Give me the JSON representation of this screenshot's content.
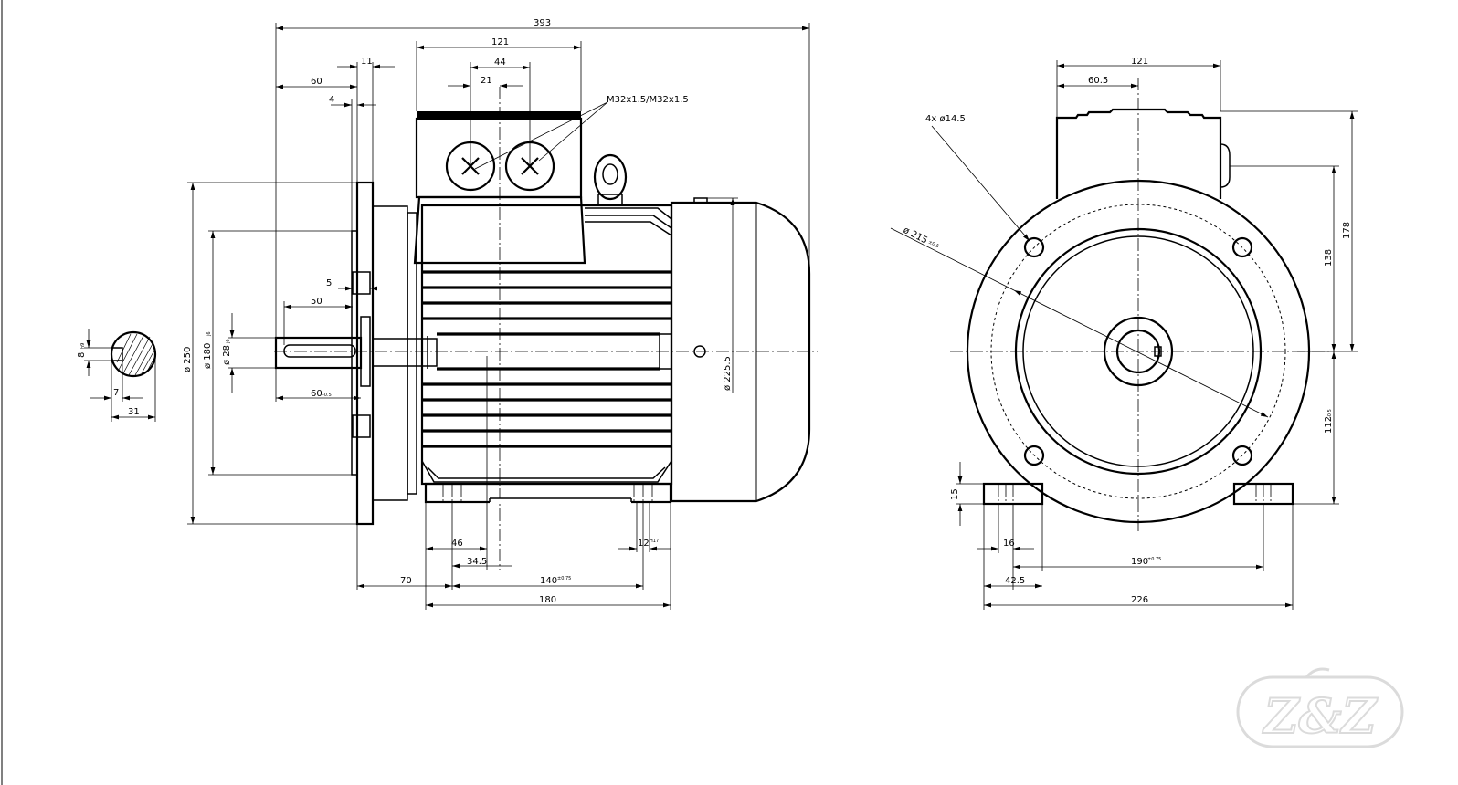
{
  "drawing": {
    "dims": {
      "overall_length": "393",
      "tb_width_top": "121",
      "tb_gland_spacing": "44",
      "tb_gland_offset": "21",
      "gland_thread": "M32x1.5/M32x1.5",
      "flange_11": "11",
      "flange_60": "60",
      "flange_4": "4",
      "spigot_5": "5",
      "shaft_50": "50",
      "shaft_60": "60",
      "shaft_60_tol": "-0.5",
      "flange_dia_250": "ø 250",
      "spigot_dia_180": "ø 180",
      "spigot_tol": "j6",
      "shaft_dia_28": "ø 28",
      "shaft_tol": "j6",
      "fan_dia_225": "ø 225.5",
      "key_8": "8",
      "key_8_tol": "h9",
      "key_7": "7",
      "key_31": "31",
      "foot_46": "46",
      "foot_34_5": "34.5",
      "foot_12": "12",
      "foot_12_tol": "H17",
      "foot_70": "70",
      "foot_140": "140",
      "foot_140_tol": "±0.75",
      "foot_180": "180",
      "fv_121": "121",
      "fv_60_5": "60.5",
      "fv_holes": "4x  ø14.5",
      "fv_pcd": "ø 215",
      "fv_pcd_tol": "±0.5",
      "fv_178": "178",
      "fv_138": "138",
      "fv_112": "112",
      "fv_112_tol": "-0.5",
      "fv_15": "15",
      "fv_16": "16",
      "fv_190": "190",
      "fv_190_tol": "±0.75",
      "fv_42_5": "42.5",
      "fv_226": "226"
    },
    "logo_text": "Z&Z"
  }
}
